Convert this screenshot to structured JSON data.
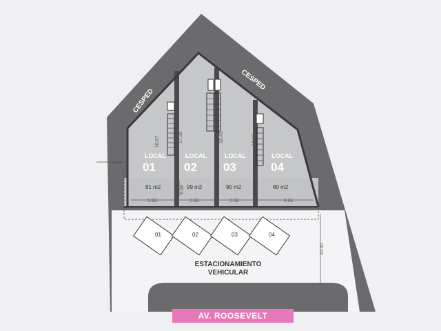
{
  "lawn_labels": [
    "CESPED",
    "CESPED"
  ],
  "locals": [
    {
      "label": "LOCAL",
      "number": "01",
      "area": "81 m2",
      "depth": "10.67",
      "front": "5.83"
    },
    {
      "label": "LOCAL",
      "number": "02",
      "area": "99 m2",
      "depth": "17.30",
      "front": "5.18"
    },
    {
      "label": "LOCAL",
      "number": "03",
      "area": "90 m2",
      "depth": "18.41",
      "front": "5.50"
    },
    {
      "label": "LOCAL",
      "number": "04",
      "area": "80 m2",
      "depth": "14.18",
      "front": "8.61"
    }
  ],
  "side_dimension": "3.00",
  "corridor_dimension": "6.08",
  "parking_depth": "10.00",
  "parking_spots": [
    "01",
    "02",
    "03",
    "04"
  ],
  "parking_label_line1": "ESTACIONAMIENTO",
  "parking_label_line2": "VEHICULAR",
  "street_name": "AV. ROOSEVELT",
  "colors": {
    "background": "#f0f0f2",
    "lawn": "#6b6b6d",
    "unit_floor": "#c6c7c9",
    "walls": "#4a4a4c",
    "street_badge": "#e879b8"
  }
}
